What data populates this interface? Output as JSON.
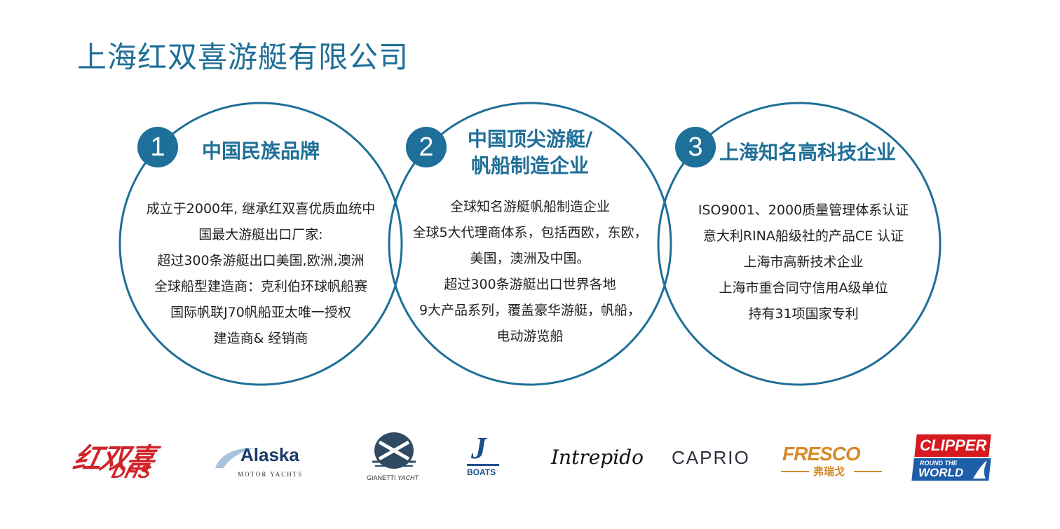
{
  "page": {
    "title": "上海红双喜游艇有限公司"
  },
  "pillars": [
    {
      "number": "1",
      "heading": [
        "中国民族品牌"
      ],
      "lines": [
        "成立于2000年,  继承红双喜优质血统中",
        "国最大游艇出口厂家:",
        "超过300条游艇出口美国,欧洲,澳洲",
        "全球船型建造商：克利伯环球帆船赛",
        "国际帆联J70帆船亚太唯一授权",
        "建造商& 经销商"
      ]
    },
    {
      "number": "2",
      "heading": [
        "中国顶尖游艇/",
        "帆船制造企业"
      ],
      "lines": [
        "全球知名游艇帆船制造企业",
        "全球5大代理商体系，包括西欧，东欧，",
        "美国，澳洲及中国。",
        "超过300条游艇出口世界各地",
        "9大产品系列，覆盖豪华游艇，帆船，",
        "电动游览船"
      ]
    },
    {
      "number": "3",
      "heading": [
        "上海知名高科技企业"
      ],
      "lines": [
        "ISO9001、2000质量管理体系认证",
        "意大利RINA船级社的产品CE 认证",
        "上海市高新技术企业",
        "上海市重合同守信用A级单位",
        "持有31项国家专利"
      ]
    }
  ],
  "logos": {
    "dhs": {
      "main": "红双喜",
      "sub": "DHS"
    },
    "alaska": {
      "main": "Alaska",
      "sub": "MOTOR YACHTS"
    },
    "gianetti": {
      "main": "GIANETTI",
      "sub": "YACHT"
    },
    "jboats": {
      "main": "J",
      "sub": "BOATS"
    },
    "intrepido": {
      "main": "Intrepido"
    },
    "caprio": {
      "main": "CAPRIO"
    },
    "fresco": {
      "main": "FRESCO",
      "sub": "弗瑞戈"
    },
    "clipper": {
      "main": "CLIPPER",
      "sub1": "ROUND THE",
      "sub2": "WORLD"
    }
  },
  "colors": {
    "brand": "#1f6f97",
    "badge": "#1e6f99",
    "dhs_red": "#d0232a",
    "fresco_orange": "#d68a2a",
    "clipper_red": "#d71920",
    "clipper_blue": "#1d5ea8"
  }
}
